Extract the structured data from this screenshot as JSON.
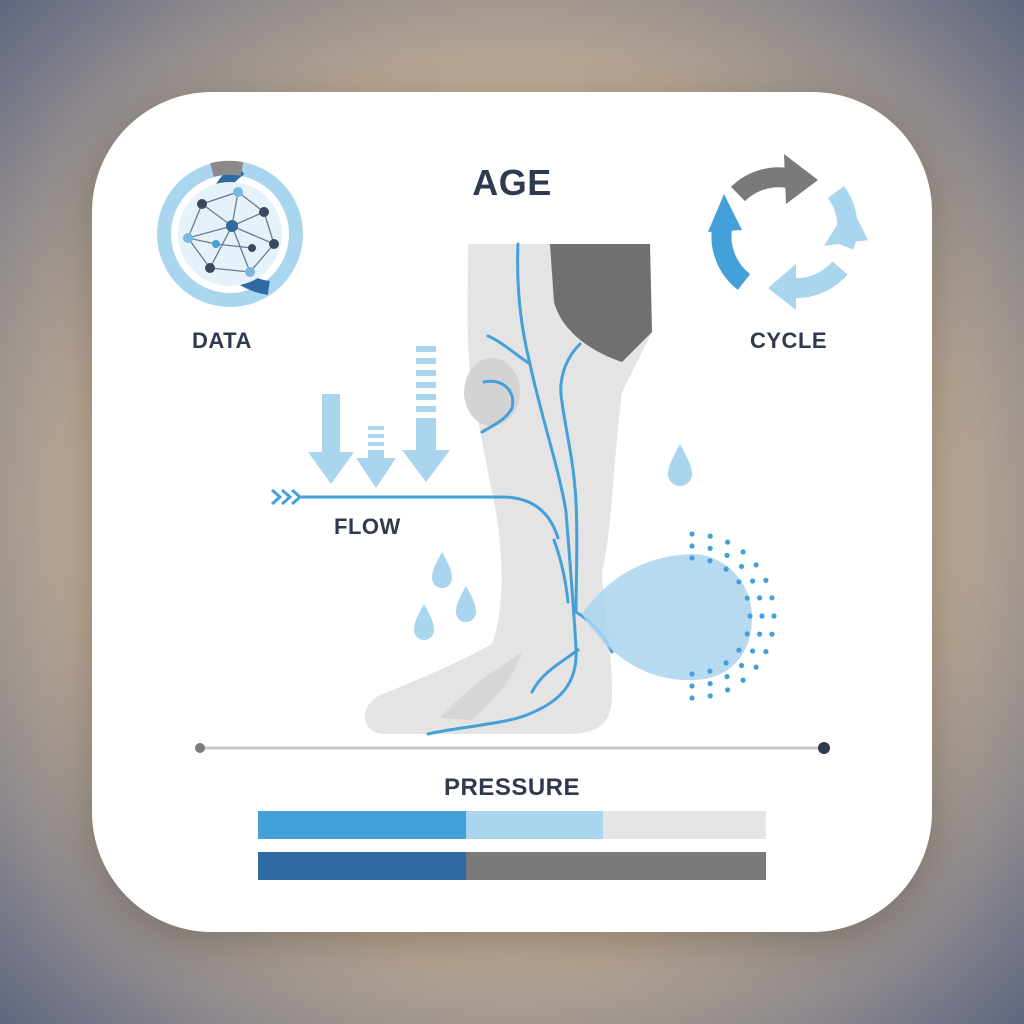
{
  "labels": {
    "title": "AGE",
    "data": "DATA",
    "cycle": "CYCLE",
    "flow": "FLOW",
    "pressure": "PRESSURE"
  },
  "icons": {
    "data": "network-globe-icon",
    "cycle": "circular-arrows-icon",
    "flow": "down-arrows-icon",
    "flow_arrow": "chevron-right-arrow-icon",
    "drops": "water-drop-icon",
    "leg": "leg-with-veins-icon",
    "swelling": "swelling-dots-icon",
    "scale": "slider-line-icon"
  },
  "colors": {
    "dark_blue": "#2f6aa3",
    "mid_blue": "#44a0d8",
    "light_blue": "#a9d5ef",
    "gray": "#7a7a7a",
    "light_gray": "#e5e5e5",
    "text": "#2f3a4f"
  },
  "pressure_bars": [
    {
      "segments": [
        {
          "fraction": 0.41,
          "color": "#44a0d8"
        },
        {
          "fraction": 0.27,
          "color": "#a9d5ef"
        },
        {
          "fraction": 0.32,
          "color": "#e5e5e5"
        }
      ]
    },
    {
      "segments": [
        {
          "fraction": 0.41,
          "color": "#2f6aa3"
        },
        {
          "fraction": 0.59,
          "color": "#7a7a7a"
        }
      ]
    }
  ]
}
